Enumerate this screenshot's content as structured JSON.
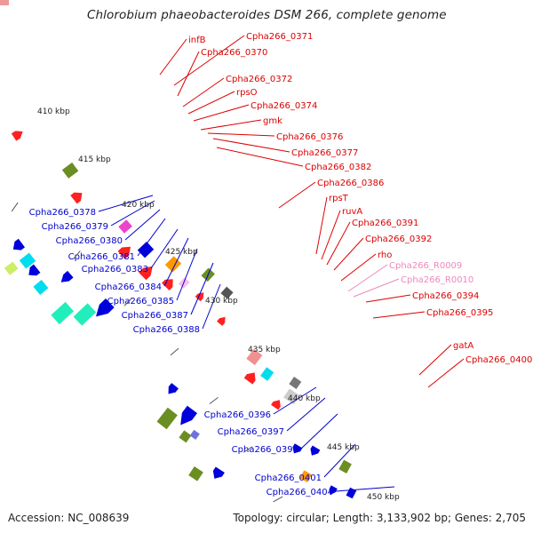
{
  "title": "Chlorobium phaeobacteroides DSM 266, complete genome",
  "footer": {
    "accession": "Accession: NC_008639",
    "summary": "Topology: circular; Length: 3,133,902 bp; Genes: 2,705"
  },
  "colors": {
    "forward_label": "#dd0000",
    "reverse_label": "#0000cc",
    "rna_label": "#ee88bb",
    "backbone": "#999999",
    "tick": "#228822"
  },
  "scale_ticks": [
    "410 kbp",
    "415 kbp",
    "420 kbp",
    "425 kbp",
    "430 kbp",
    "435 kbp",
    "440 kbp",
    "445 kbp",
    "450 kbp"
  ],
  "forward_labels": [
    "infB",
    "Cpha266_0371",
    "Cpha266_0370",
    "Cpha266_0372",
    "rpsO",
    "Cpha266_0374",
    "gmk",
    "Cpha266_0376",
    "Cpha266_0377",
    "Cpha266_0382",
    "Cpha266_0386",
    "rpsT",
    "ruvA",
    "Cpha266_0391",
    "Cpha266_0392",
    "rho",
    "Cpha266_0394",
    "Cpha266_0395",
    "gatA",
    "Cpha266_0400"
  ],
  "rna_labels": [
    "Cpha266_R0009",
    "Cpha266_R0010"
  ],
  "reverse_labels": [
    "Cpha266_0378",
    "Cpha266_0379",
    "Cpha266_0380",
    "Cpha266_0381",
    "Cpha266_0383",
    "Cpha266_0384",
    "Cpha266_0385",
    "Cpha266_0387",
    "Cpha266_0388",
    "Cpha266_0396",
    "Cpha266_0397",
    "Cpha266_0398",
    "Cpha266_0401",
    "Cpha266_0404"
  ]
}
